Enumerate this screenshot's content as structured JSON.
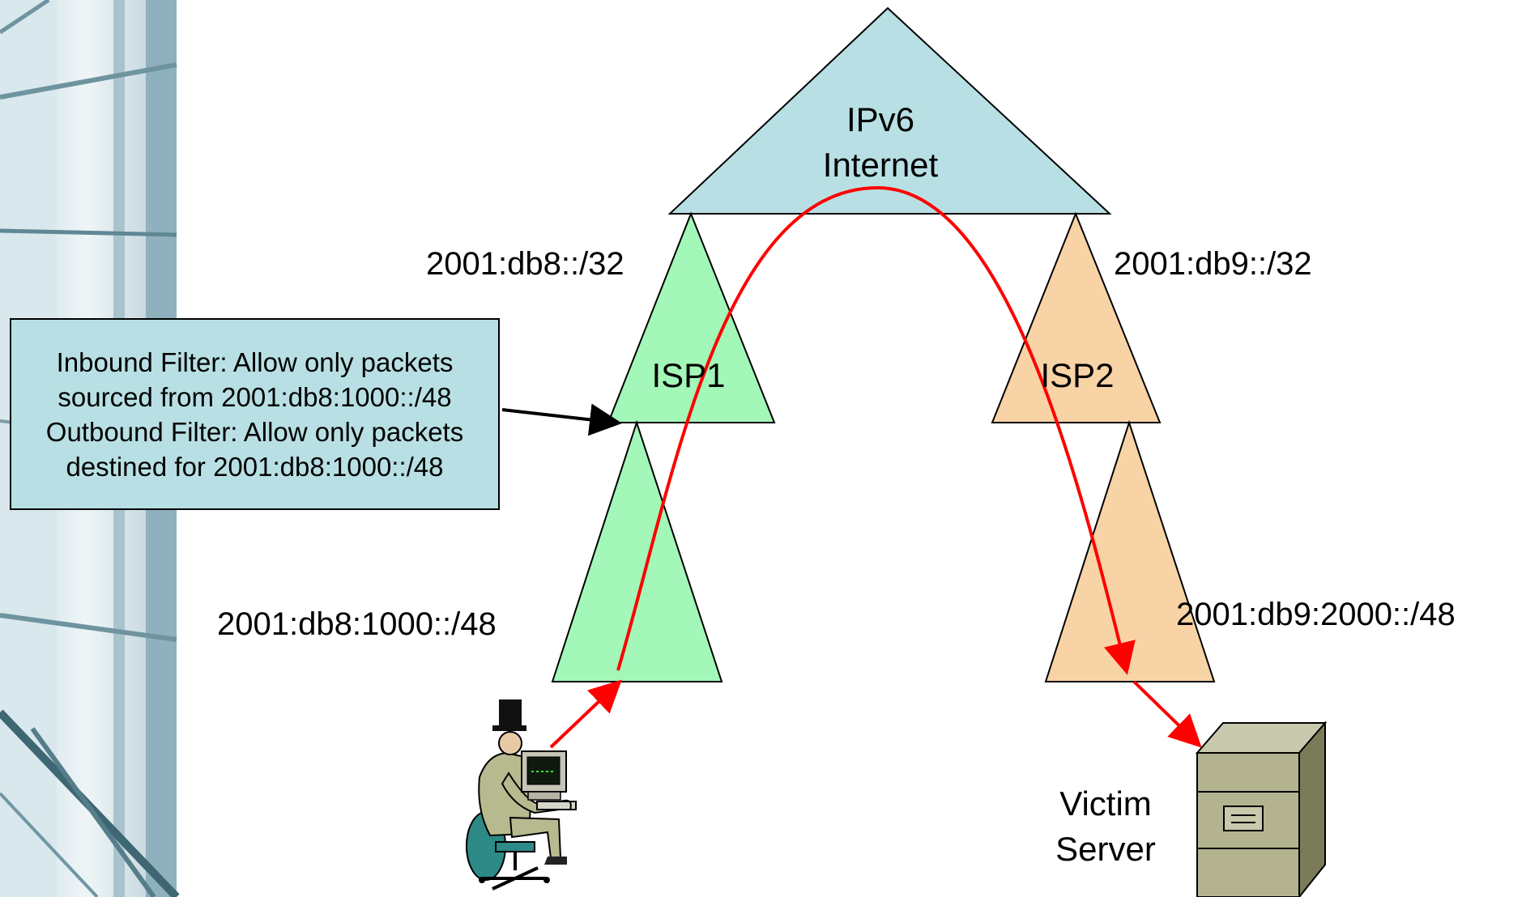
{
  "colors": {
    "internet_fill": "#b8e0e4",
    "isp1_fill": "#a3f7b8",
    "isp2_fill": "#f8d3a6",
    "attack_path": "#ff0000",
    "filter_box_fill": "#b8e0e4"
  },
  "internet": {
    "line1": "IPv6",
    "line2": "Internet"
  },
  "isp1": {
    "label": "ISP1",
    "prefix": "2001:db8::/32"
  },
  "isp2": {
    "label": "ISP2",
    "prefix": "2001:db9::/32"
  },
  "customer1": {
    "prefix": "2001:db8:1000::/48"
  },
  "customer2": {
    "prefix": "2001:db9:2000::/48"
  },
  "filter": {
    "lines": [
      "Inbound Filter: Allow only packets",
      "sourced from 2001:db8:1000::/48",
      "Outbound Filter: Allow only packets",
      "destined for 2001:db8:1000::/48"
    ]
  },
  "victim": {
    "line1": "Victim",
    "line2": "Server"
  },
  "icons": {
    "attacker": "attacker-at-computer-icon",
    "server": "server-cabinet-icon",
    "background": "glass-building-decoration"
  }
}
